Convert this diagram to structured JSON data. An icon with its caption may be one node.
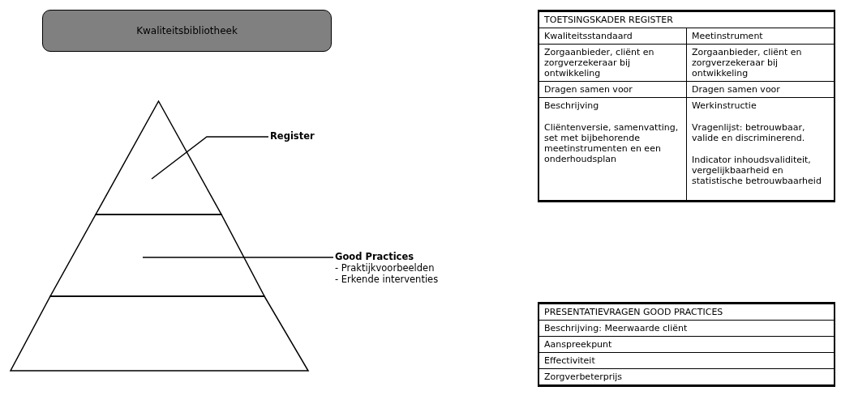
{
  "diagram": {
    "nodes": [
      {
        "text": [
          "Kwaliteitsbibliotheek"
        ]
      },
      {
        "text": [],
        "shape": "triangle"
      },
      {
        "text": [],
        "shape": "band"
      },
      {
        "text": [],
        "shape": "band"
      },
      {
        "text": [
          "Register"
        ]
      },
      {
        "text": [
          "Good Practices",
          "- Praktijkvoorbeelden",
          "- Erkende interventies"
        ]
      }
    ],
    "edges": [
      {
        "from": 4,
        "to": 1,
        "arrow": "none"
      },
      {
        "from": 5,
        "to": 2,
        "arrow": "none"
      }
    ],
    "labels": [
      "TOETSINGSKADER REGISTER",
      "Kwaliteitsstandaard",
      "Meetinstrument",
      "Zorgaanbieder, cliënt en zorgverzekeraar bij ontwikkeling",
      "Zorgaanbieder, cliënt en zorgverzekeraar bij ontwikkeling",
      "Dragen samen voor",
      "Dragen samen voor",
      "Beschrijving",
      "Werkinstructie",
      "Cliëntenversie, samenvatting, set met bijbehorende meetinstrumenten en een onderhoudsplan",
      "Vragenlijst: betrouwbaar, valide en discriminerend.",
      "Indicator inhoudsvaliditeit, vergelijkbaarheid en statistische betrouwbaarheid",
      "PRESENTATIEVRAGEN GOOD PRACTICES",
      "Beschrijving: Meerwaarde cliënt",
      "Aanspreekpunt",
      "Effectiviteit",
      "Zorgverbeterprijs"
    ]
  }
}
